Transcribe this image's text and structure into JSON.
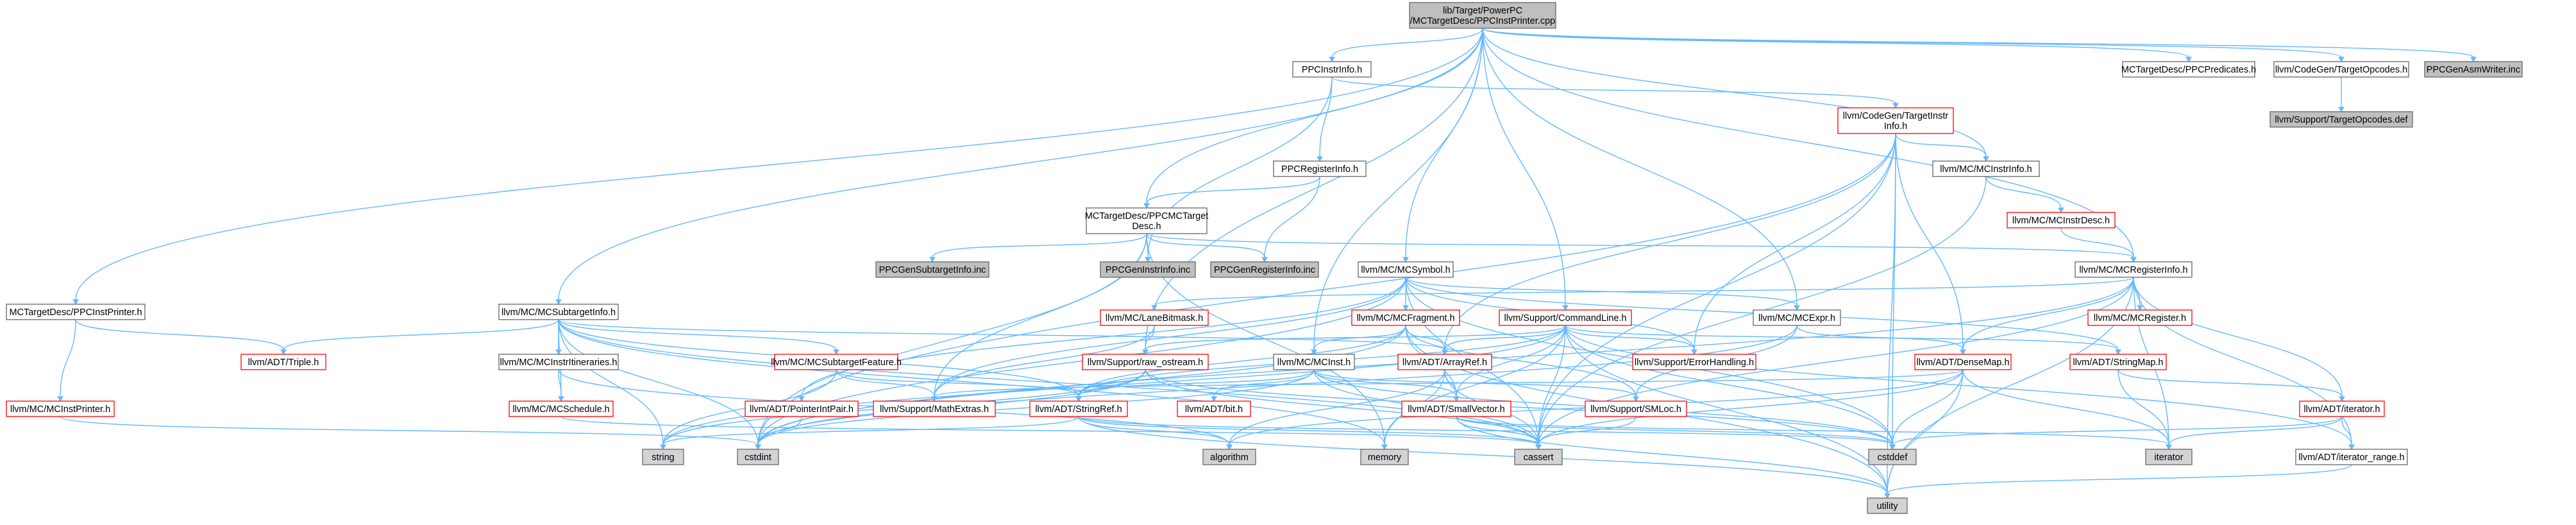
{
  "colors": {
    "edge": "#63b8ff",
    "root_fill": "#bfbfbf",
    "external_fill": "#d3d3d3",
    "red_border": "#ff0000",
    "border": "#666666"
  },
  "nodes": [
    {
      "id": "root",
      "lines": [
        "lib/Target/PowerPC",
        "/MCTargetDesc/PPCInstPrinter.cpp"
      ],
      "style": "gray"
    },
    {
      "id": "ppcinstrinfo",
      "lines": [
        "PPCInstrInfo.h"
      ],
      "style": "white"
    },
    {
      "id": "mctd_predicates",
      "lines": [
        "MCTargetDesc/PPCPredicates.h"
      ],
      "style": "white"
    },
    {
      "id": "codegen_targetopcodes",
      "lines": [
        "llvm/CodeGen/TargetOpcodes.h"
      ],
      "style": "white"
    },
    {
      "id": "ppcgenasmwriter",
      "lines": [
        "PPCGenAsmWriter.inc"
      ],
      "style": "gray"
    },
    {
      "id": "support_targetopcodes_def",
      "lines": [
        "llvm/Support/TargetOpcodes.def"
      ],
      "style": "gray"
    },
    {
      "id": "codegen_targetinstrinfo",
      "lines": [
        "llvm/CodeGen/TargetInstr",
        "Info.h"
      ],
      "style": "red"
    },
    {
      "id": "ppcregisterinfo",
      "lines": [
        "PPCRegisterInfo.h"
      ],
      "style": "white"
    },
    {
      "id": "mc_mcinstrinfo",
      "lines": [
        "llvm/MC/MCInstrInfo.h"
      ],
      "style": "white"
    },
    {
      "id": "mc_mcinstrdesc",
      "lines": [
        "llvm/MC/MCInstrDesc.h"
      ],
      "style": "red"
    },
    {
      "id": "mctd_ppcmctargetdesc",
      "lines": [
        "MCTargetDesc/PPCMCTarget",
        "Desc.h"
      ],
      "style": "white"
    },
    {
      "id": "mc_mcregisterinfo",
      "lines": [
        "llvm/MC/MCRegisterInfo.h"
      ],
      "style": "white"
    },
    {
      "id": "ppcgensubtargetinfo",
      "lines": [
        "PPCGenSubtargetInfo.inc"
      ],
      "style": "gray"
    },
    {
      "id": "ppcgeninstrinfo",
      "lines": [
        "PPCGenInstrInfo.inc"
      ],
      "style": "gray"
    },
    {
      "id": "ppcgenregisterinfo",
      "lines": [
        "PPCGenRegisterInfo.inc"
      ],
      "style": "gray"
    },
    {
      "id": "mc_mcsymbol",
      "lines": [
        "llvm/MC/MCSymbol.h"
      ],
      "style": "white"
    },
    {
      "id": "mctd_ppcinstprinter_h",
      "lines": [
        "MCTargetDesc/PPCInstPrinter.h"
      ],
      "style": "white"
    },
    {
      "id": "mc_mcsubtargetinfo",
      "lines": [
        "llvm/MC/MCSubtargetInfo.h"
      ],
      "style": "white"
    },
    {
      "id": "mc_lanebitmask",
      "lines": [
        "llvm/MC/LaneBitmask.h"
      ],
      "style": "red"
    },
    {
      "id": "mc_mcfragment",
      "lines": [
        "llvm/MC/MCFragment.h"
      ],
      "style": "red"
    },
    {
      "id": "support_commandline",
      "lines": [
        "llvm/Support/CommandLine.h"
      ],
      "style": "red"
    },
    {
      "id": "mc_mcexpr",
      "lines": [
        "llvm/MC/MCExpr.h"
      ],
      "style": "white"
    },
    {
      "id": "mc_mcregister",
      "lines": [
        "llvm/MC/MCRegister.h"
      ],
      "style": "red"
    },
    {
      "id": "mc_mcinstprinter",
      "lines": [
        "llvm/MC/MCInstPrinter.h"
      ],
      "style": "red"
    },
    {
      "id": "adt_triple",
      "lines": [
        "llvm/ADT/Triple.h"
      ],
      "style": "red"
    },
    {
      "id": "mc_mcinstritineraries",
      "lines": [
        "llvm/MC/MCInstrItineraries.h"
      ],
      "style": "white"
    },
    {
      "id": "mc_mcsubtargetfeature",
      "lines": [
        "llvm/MC/MCSubtargetFeature.h"
      ],
      "style": "red"
    },
    {
      "id": "support_raw_ostream",
      "lines": [
        "llvm/Support/raw_ostream.h"
      ],
      "style": "red"
    },
    {
      "id": "mc_mcinst",
      "lines": [
        "llvm/MC/MCInst.h"
      ],
      "style": "white"
    },
    {
      "id": "adt_arrayref",
      "lines": [
        "llvm/ADT/ArrayRef.h"
      ],
      "style": "red"
    },
    {
      "id": "support_errorhandling",
      "lines": [
        "llvm/Support/ErrorHandling.h"
      ],
      "style": "red"
    },
    {
      "id": "adt_densemap",
      "lines": [
        "llvm/ADT/DenseMap.h"
      ],
      "style": "red"
    },
    {
      "id": "adt_stringmap",
      "lines": [
        "llvm/ADT/StringMap.h"
      ],
      "style": "red"
    },
    {
      "id": "adt_iterator",
      "lines": [
        "llvm/ADT/iterator.h"
      ],
      "style": "red"
    },
    {
      "id": "mc_mcschedule",
      "lines": [
        "llvm/MC/MCSchedule.h"
      ],
      "style": "red"
    },
    {
      "id": "adt_pointerintpair",
      "lines": [
        "llvm/ADT/PointerIntPair.h"
      ],
      "style": "red"
    },
    {
      "id": "support_mathextras",
      "lines": [
        "llvm/Support/MathExtras.h"
      ],
      "style": "red"
    },
    {
      "id": "adt_stringref",
      "lines": [
        "llvm/ADT/StringRef.h"
      ],
      "style": "red"
    },
    {
      "id": "adt_bit",
      "lines": [
        "llvm/ADT/bit.h"
      ],
      "style": "red"
    },
    {
      "id": "adt_smallvector",
      "lines": [
        "llvm/ADT/SmallVector.h"
      ],
      "style": "red"
    },
    {
      "id": "support_smloc",
      "lines": [
        "llvm/Support/SMLoc.h"
      ],
      "style": "red"
    },
    {
      "id": "adt_iterator_range",
      "lines": [
        "llvm/ADT/iterator_range.h"
      ],
      "style": "white"
    },
    {
      "id": "std_string",
      "lines": [
        "string"
      ],
      "style": "gray"
    },
    {
      "id": "std_cstdint",
      "lines": [
        "cstdint"
      ],
      "style": "gray"
    },
    {
      "id": "std_algorithm",
      "lines": [
        "algorithm"
      ],
      "style": "gray"
    },
    {
      "id": "std_memory",
      "lines": [
        "memory"
      ],
      "style": "gray"
    },
    {
      "id": "std_cassert",
      "lines": [
        "cassert"
      ],
      "style": "gray"
    },
    {
      "id": "std_cstddef",
      "lines": [
        "cstddef"
      ],
      "style": "gray"
    },
    {
      "id": "std_iterator",
      "lines": [
        "iterator"
      ],
      "style": "gray"
    },
    {
      "id": "std_utility",
      "lines": [
        "utility"
      ],
      "style": "gray"
    }
  ],
  "edges": [
    [
      "root",
      "ppcinstrinfo"
    ],
    [
      "root",
      "mctd_predicates"
    ],
    [
      "root",
      "codegen_targetopcodes"
    ],
    [
      "root",
      "ppcgenasmwriter"
    ],
    [
      "root",
      "mctd_ppcinstprinter_h"
    ],
    [
      "root",
      "mc_mcsubtargetinfo"
    ],
    [
      "root",
      "mctd_ppcmctargetdesc"
    ],
    [
      "root",
      "mc_mcsymbol"
    ],
    [
      "root",
      "mc_mcinst"
    ],
    [
      "root",
      "support_commandline"
    ],
    [
      "root",
      "mc_mcexpr"
    ],
    [
      "root",
      "mc_mcinstrinfo"
    ],
    [
      "root",
      "mc_mcregisterinfo"
    ],
    [
      "root",
      "support_raw_ostream"
    ],
    [
      "codegen_targetopcodes",
      "support_targetopcodes_def"
    ],
    [
      "ppcinstrinfo",
      "codegen_targetinstrinfo"
    ],
    [
      "ppcinstrinfo",
      "ppcregisterinfo"
    ],
    [
      "ppcinstrinfo",
      "ppcgeninstrinfo"
    ],
    [
      "codegen_targetinstrinfo",
      "mc_mcinstrinfo"
    ],
    [
      "codegen_targetinstrinfo",
      "adt_densemap"
    ],
    [
      "codegen_targetinstrinfo",
      "adt_arrayref"
    ],
    [
      "codegen_targetinstrinfo",
      "support_errorhandling"
    ],
    [
      "codegen_targetinstrinfo",
      "std_cstdint"
    ],
    [
      "codegen_targetinstrinfo",
      "std_cassert"
    ],
    [
      "codegen_targetinstrinfo",
      "std_cstddef"
    ],
    [
      "codegen_targetinstrinfo",
      "std_utility"
    ],
    [
      "ppcregisterinfo",
      "mctd_ppcmctargetdesc"
    ],
    [
      "ppcregisterinfo",
      "ppcgenregisterinfo"
    ],
    [
      "mc_mcinstrinfo",
      "mc_mcinstrdesc"
    ],
    [
      "mc_mcinstrinfo",
      "std_cassert"
    ],
    [
      "mc_mcinstrdesc",
      "mc_mcregisterinfo"
    ],
    [
      "mctd_ppcmctargetdesc",
      "ppcgensubtargetinfo"
    ],
    [
      "mctd_ppcmctargetdesc",
      "ppcgeninstrinfo"
    ],
    [
      "mctd_ppcmctargetdesc",
      "ppcgenregisterinfo"
    ],
    [
      "mctd_ppcmctargetdesc",
      "mc_mcregisterinfo"
    ],
    [
      "mctd_ppcmctargetdesc",
      "support_mathextras"
    ],
    [
      "mctd_ppcmctargetdesc",
      "std_cstdint"
    ],
    [
      "mctd_ppcmctargetdesc",
      "std_memory"
    ],
    [
      "mc_mcregisterinfo",
      "adt_densemap"
    ],
    [
      "mc_mcregisterinfo",
      "mc_mcregister"
    ],
    [
      "mc_mcregisterinfo",
      "mc_lanebitmask"
    ],
    [
      "mc_mcregisterinfo",
      "adt_iterator"
    ],
    [
      "mc_mcregisterinfo",
      "adt_iterator_range"
    ],
    [
      "mc_mcregisterinfo",
      "std_cassert"
    ],
    [
      "mc_mcregisterinfo",
      "std_cstdint"
    ],
    [
      "mc_mcregisterinfo",
      "std_iterator"
    ],
    [
      "mc_mcregisterinfo",
      "std_utility"
    ],
    [
      "mc_mcsymbol",
      "mc_mcfragment"
    ],
    [
      "mc_mcsymbol",
      "adt_pointerintpair"
    ],
    [
      "mc_mcsymbol",
      "adt_stringmap"
    ],
    [
      "mc_mcsymbol",
      "mc_mcexpr"
    ],
    [
      "mc_mcsymbol",
      "support_errorhandling"
    ],
    [
      "mc_mcsymbol",
      "support_mathextras"
    ],
    [
      "mc_mcsymbol",
      "std_cassert"
    ],
    [
      "mc_mcsymbol",
      "std_cstddef"
    ],
    [
      "mc_mcsymbol",
      "std_cstdint"
    ],
    [
      "mctd_ppcinstprinter_h",
      "mc_mcinstprinter"
    ],
    [
      "mctd_ppcinstprinter_h",
      "adt_triple"
    ],
    [
      "mc_mcinstprinter",
      "std_cstdint"
    ],
    [
      "mc_mcsubtargetinfo",
      "adt_triple"
    ],
    [
      "mc_mcsubtargetinfo",
      "adt_arrayref"
    ],
    [
      "mc_mcsubtargetinfo",
      "adt_stringref"
    ],
    [
      "mc_mcsubtargetinfo",
      "mc_mcinstritineraries"
    ],
    [
      "mc_mcsubtargetinfo",
      "mc_mcschedule"
    ],
    [
      "mc_mcsubtargetinfo",
      "mc_mcsubtargetfeature"
    ],
    [
      "mc_mcsubtargetinfo",
      "std_cassert"
    ],
    [
      "mc_mcsubtargetinfo",
      "std_cstdint"
    ],
    [
      "mc_mcsubtargetinfo",
      "std_string"
    ],
    [
      "mc_mcsubtargetinfo",
      "std_memory"
    ],
    [
      "mc_mcinstritineraries",
      "mc_mcschedule"
    ],
    [
      "mc_mcinstritineraries",
      "std_algorithm"
    ],
    [
      "mc_mcsubtargetfeature",
      "support_mathextras"
    ],
    [
      "mc_mcsubtargetfeature",
      "adt_stringref"
    ],
    [
      "mc_mcsubtargetfeature",
      "std_string"
    ],
    [
      "mc_lanebitmask",
      "support_raw_ostream"
    ],
    [
      "mc_lanebitmask",
      "support_mathextras"
    ],
    [
      "mc_mcfragment",
      "adt_arrayref"
    ],
    [
      "mc_mcfragment",
      "adt_smallvector"
    ],
    [
      "mc_mcfragment",
      "adt_stringref"
    ],
    [
      "mc_mcfragment",
      "mc_mcinst"
    ],
    [
      "mc_mcfragment",
      "support_smloc"
    ],
    [
      "mc_mcfragment",
      "std_cstdint"
    ],
    [
      "mc_mcfragment",
      "std_utility"
    ],
    [
      "support_commandline",
      "adt_arrayref"
    ],
    [
      "support_commandline",
      "adt_smallvector"
    ],
    [
      "support_commandline",
      "adt_stringmap"
    ],
    [
      "support_commandline",
      "adt_stringref"
    ],
    [
      "support_commandline",
      "support_errorhandling"
    ],
    [
      "support_commandline",
      "support_raw_ostream"
    ],
    [
      "support_commandline",
      "std_cassert"
    ],
    [
      "support_commandline",
      "std_cstddef"
    ],
    [
      "support_commandline",
      "std_string"
    ],
    [
      "support_commandline",
      "std_memory"
    ],
    [
      "support_commandline",
      "std_utility"
    ],
    [
      "support_commandline",
      "adt_iterator_range"
    ],
    [
      "mc_mcexpr",
      "adt_densemap"
    ],
    [
      "mc_mcexpr",
      "support_smloc"
    ],
    [
      "mc_mcexpr",
      "std_cstdint"
    ],
    [
      "support_raw_ostream",
      "adt_stringref"
    ],
    [
      "support_raw_ostream",
      "std_cassert"
    ],
    [
      "support_raw_ostream",
      "std_cstddef"
    ],
    [
      "support_raw_ostream",
      "std_cstdint"
    ],
    [
      "support_raw_ostream",
      "std_string"
    ],
    [
      "mc_mcinst",
      "adt_smallvector"
    ],
    [
      "mc_mcinst",
      "adt_stringref"
    ],
    [
      "mc_mcinst",
      "adt_bit"
    ],
    [
      "mc_mcinst",
      "support_smloc"
    ],
    [
      "mc_mcinst",
      "std_cassert"
    ],
    [
      "mc_mcinst",
      "std_cstddef"
    ],
    [
      "mc_mcinst",
      "std_cstdint"
    ],
    [
      "adt_arrayref",
      "adt_smallvector"
    ],
    [
      "adt_arrayref",
      "std_algorithm"
    ],
    [
      "adt_arrayref",
      "std_memory"
    ],
    [
      "adt_arrayref",
      "std_cassert"
    ],
    [
      "adt_densemap",
      "support_mathextras"
    ],
    [
      "adt_densemap",
      "std_algorithm"
    ],
    [
      "adt_densemap",
      "std_cassert"
    ],
    [
      "adt_densemap",
      "std_cstddef"
    ],
    [
      "adt_densemap",
      "std_iterator"
    ],
    [
      "adt_densemap",
      "std_utility"
    ],
    [
      "adt_stringmap",
      "adt_iterator"
    ],
    [
      "adt_stringmap",
      "std_iterator"
    ],
    [
      "adt_iterator",
      "adt_iterator_range"
    ],
    [
      "adt_iterator",
      "std_cstddef"
    ],
    [
      "adt_iterator",
      "std_iterator"
    ],
    [
      "adt_iterator_range",
      "std_utility"
    ],
    [
      "adt_stringref",
      "std_algorithm"
    ],
    [
      "adt_stringref",
      "std_cassert"
    ],
    [
      "adt_stringref",
      "std_cstddef"
    ],
    [
      "adt_stringref",
      "std_string"
    ],
    [
      "adt_stringref",
      "std_utility"
    ],
    [
      "adt_smallvector",
      "std_cassert"
    ],
    [
      "adt_smallvector",
      "std_cstddef"
    ],
    [
      "adt_smallvector",
      "std_iterator"
    ],
    [
      "adt_smallvector",
      "std_utility"
    ],
    [
      "support_smloc",
      "std_cassert"
    ],
    [
      "adt_pointerintpair",
      "std_cstdint"
    ],
    [
      "mc_mcschedule",
      "std_cassert"
    ]
  ]
}
